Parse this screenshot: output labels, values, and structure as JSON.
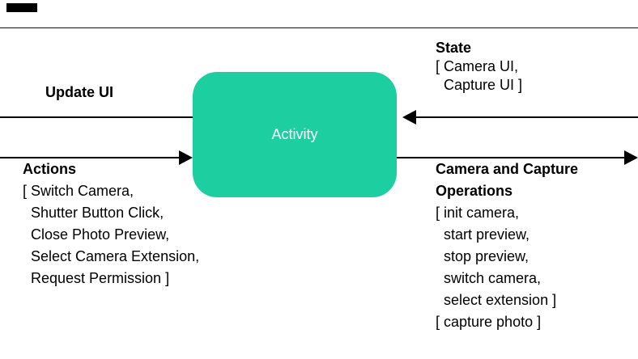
{
  "center": {
    "label": "Activity",
    "box_color": "#1dcfa0"
  },
  "left_side": {
    "update_ui_label": "Update UI",
    "actions_title": "Actions",
    "actions_lines": [
      "[ Switch Camera,",
      "  Shutter Button Click,",
      "  Close Photo Preview,",
      "  Select Camera Extension,",
      "  Request Permission ]"
    ]
  },
  "right_side": {
    "state_title": "State",
    "state_lines": [
      "[ Camera UI,",
      "  Capture UI ]"
    ],
    "operations_title_line1": "Camera and Capture",
    "operations_title_line2": "Operations",
    "operations_lines": [
      "[ init camera,",
      "  start preview,",
      "  stop preview,",
      "  switch camera,",
      "  select extension ]",
      "[ capture photo ]"
    ]
  }
}
